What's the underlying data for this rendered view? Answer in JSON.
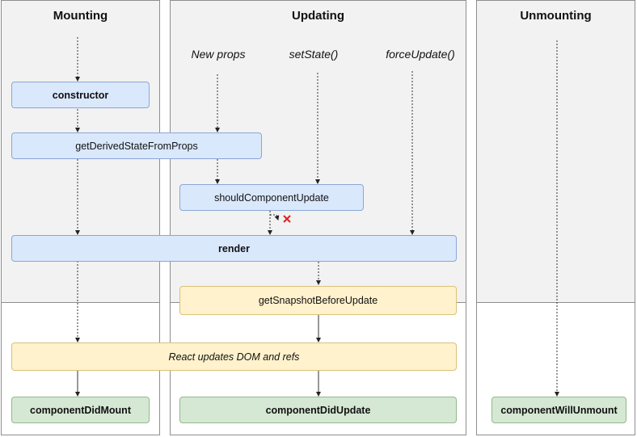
{
  "columns": {
    "mounting": "Mounting",
    "updating": "Updating",
    "unmounting": "Unmounting"
  },
  "triggers": {
    "new_props": "New props",
    "set_state": "setState()",
    "force_update": "forceUpdate()"
  },
  "methods": {
    "constructor": "constructor",
    "get_derived_state_from_props": "getDerivedStateFromProps",
    "should_component_update": "shouldComponentUpdate",
    "render": "render",
    "get_snapshot_before_update": "getSnapshotBeforeUpdate",
    "react_updates_dom": "React updates DOM and refs",
    "component_did_mount": "componentDidMount",
    "component_did_update": "componentDidUpdate",
    "component_will_unmount": "componentWillUnmount"
  },
  "colors": {
    "phase_background": "#f2f2f2",
    "blue_box": "#dae8fc",
    "yellow_box": "#fff2cc",
    "green_box": "#d5e8d4",
    "cancel_mark": "#e02020"
  }
}
